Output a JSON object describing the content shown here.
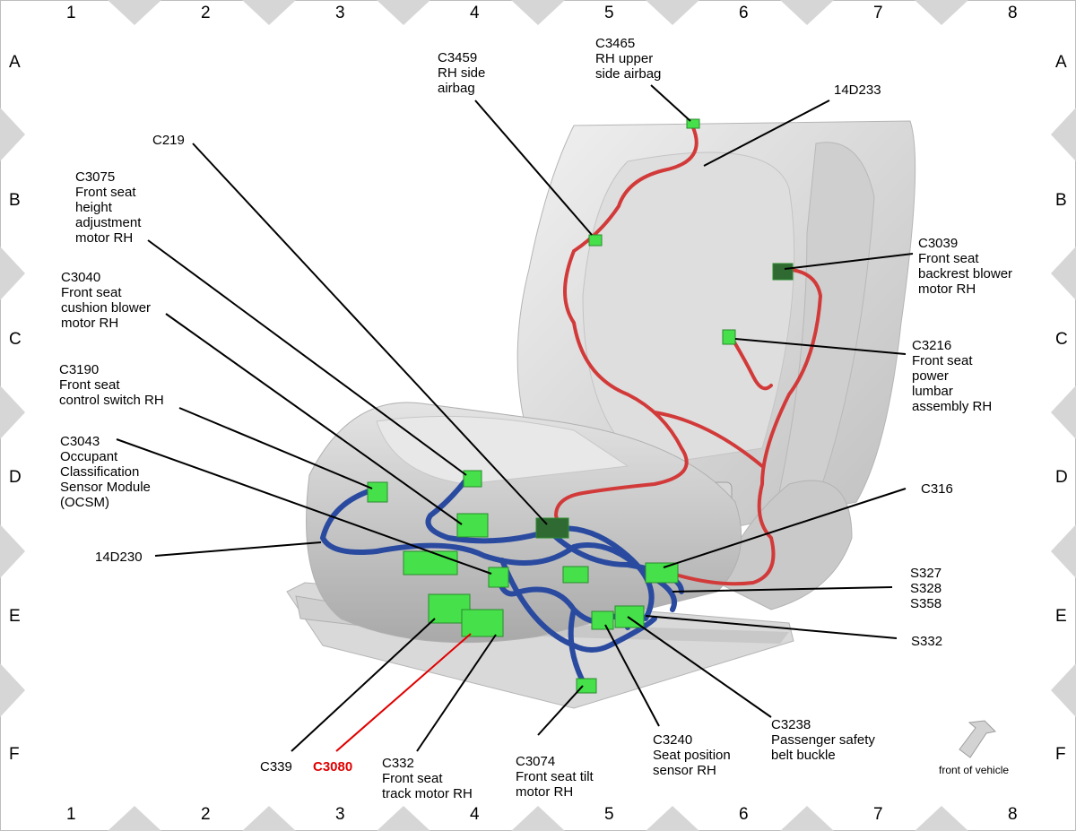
{
  "grid": {
    "columns": [
      "1",
      "2",
      "3",
      "4",
      "5",
      "6",
      "7",
      "8"
    ],
    "rows": [
      "A",
      "B",
      "C",
      "D",
      "E",
      "F"
    ]
  },
  "labels": {
    "c3459": "C3459\nRH side\nairbag",
    "c3465": "C3465\nRH upper\nside airbag",
    "d14d233": "14D233",
    "c219": "C219",
    "c3075": "C3075\nFront seat\nheight\nadjustment\nmotor RH",
    "c3039": "C3039\nFront seat\nbackrest blower\nmotor RH",
    "c3040": "C3040\nFront seat\ncushion blower\nmotor RH",
    "c3216": "C3216\nFront seat\npower\nlumbar\nassembly RH",
    "c3190": "C3190\nFront seat\ncontrol switch RH",
    "c3043": "C3043\nOccupant\nClassification\nSensor Module\n(OCSM)",
    "c316": "C316",
    "d14d230": "14D230",
    "s327": "S327\nS328\nS358",
    "s332": "S332",
    "c3238": "C3238\nPassenger safety\nbelt buckle",
    "c3240": "C3240\nSeat position\nsensor RH",
    "c3074": "C3074\nFront seat tilt\nmotor RH",
    "c332": "C332\nFront seat\ntrack motor RH",
    "c3080": "C3080",
    "c339": "C339"
  },
  "front_note": "front of vehicle",
  "colors": {
    "red_harness": "#d23a3a",
    "blue_harness": "#2a4aa0",
    "connector": "#46e04a",
    "highlight": "#e00000",
    "grid_marker": "#d6d6d6"
  }
}
